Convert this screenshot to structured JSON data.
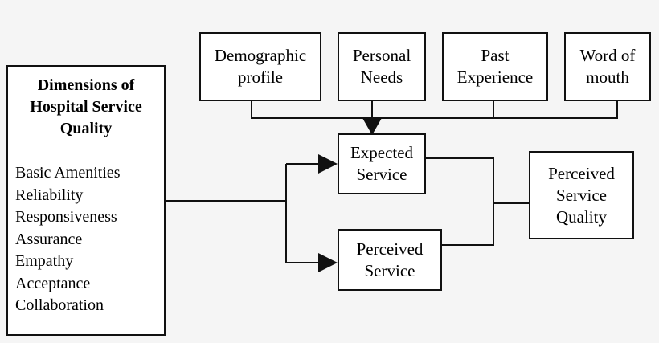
{
  "factors": [
    {
      "name": "factor-demographic-profile",
      "label": "Demographic\nprofile"
    },
    {
      "name": "factor-personal-needs",
      "label": "Personal\nNeeds"
    },
    {
      "name": "factor-past-experience",
      "label": "Past\nExperience"
    },
    {
      "name": "factor-word-of-mouth",
      "label": "Word of\nmouth"
    }
  ],
  "expected_service": "Expected\nService",
  "perceived_service": "Perceived\nService",
  "perceived_service_quality": "Perceived\nService\nQuality",
  "dimensions": {
    "title": "Dimensions of\nHospital Service\nQuality",
    "items": [
      "Basic Amenities",
      "Reliability",
      "Responsiveness",
      "Assurance",
      "Empathy",
      "Acceptance",
      "Collaboration"
    ]
  }
}
